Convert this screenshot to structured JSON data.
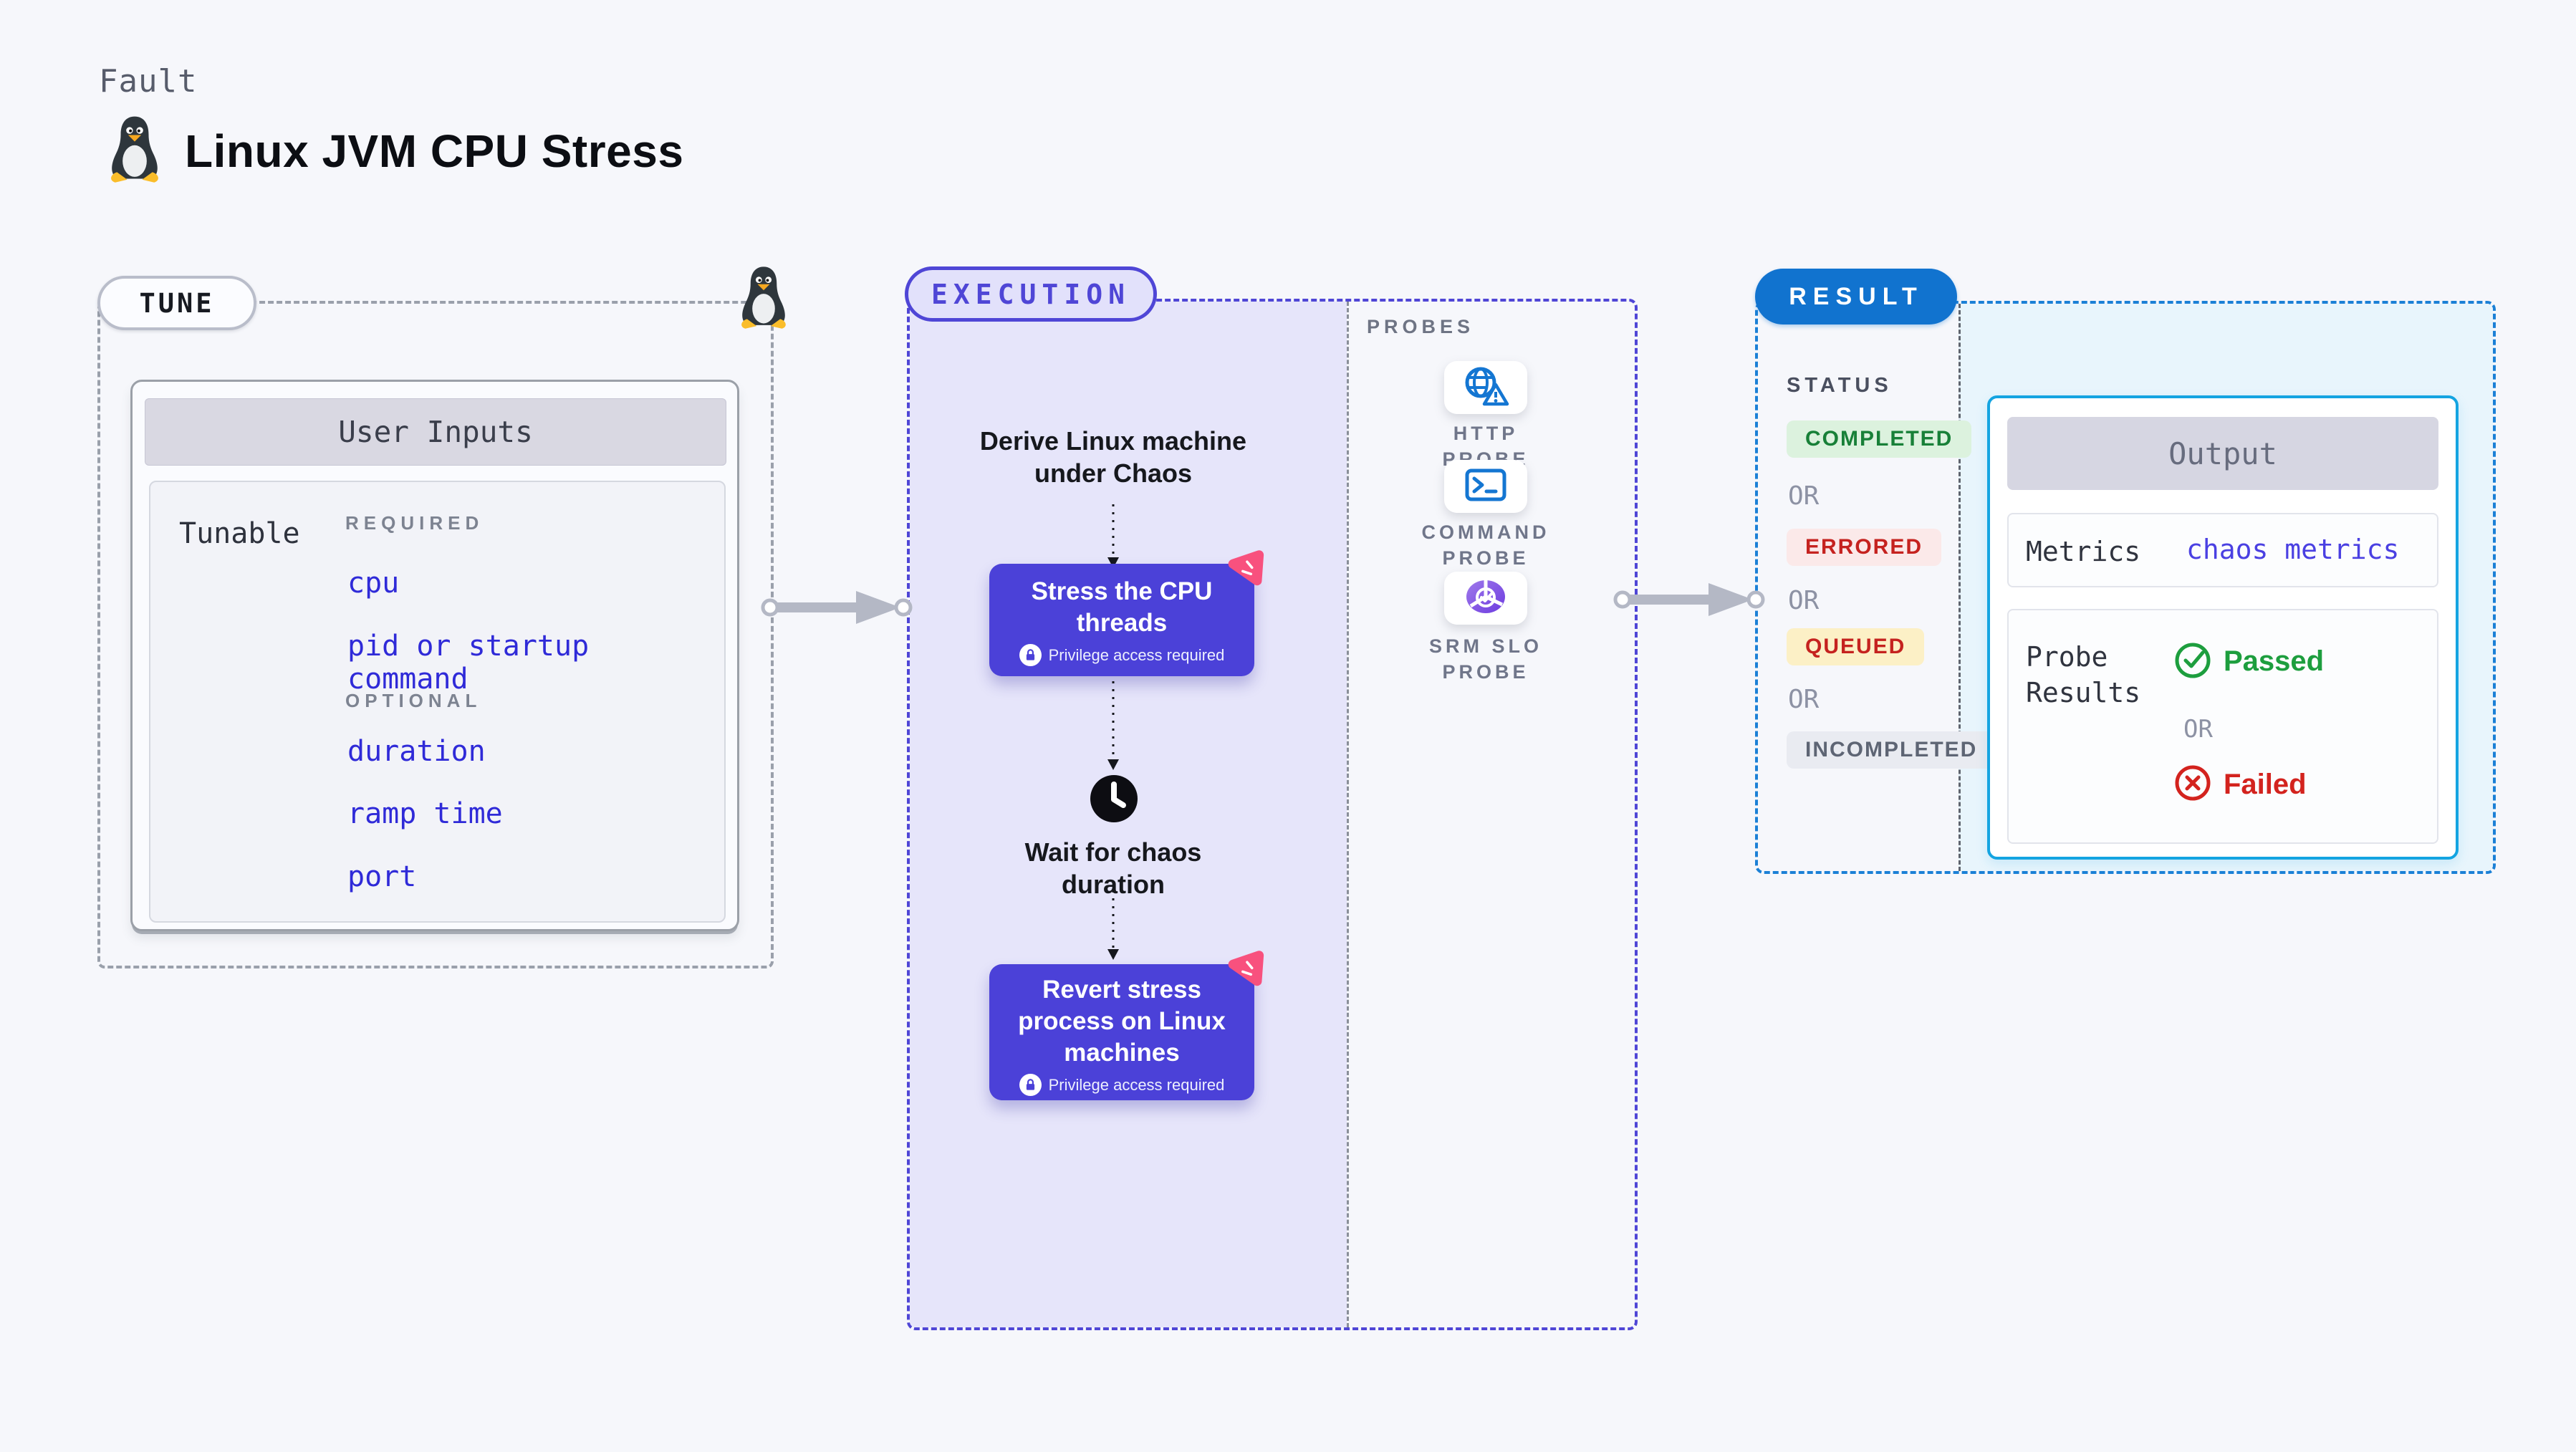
{
  "header": {
    "kicker": "Fault",
    "title": "Linux JVM CPU Stress"
  },
  "tune": {
    "badge": "TUNE",
    "panel_title": "User Inputs",
    "row_label": "Tunable",
    "required_label": "REQUIRED",
    "required_items": [
      "cpu",
      "pid or startup command"
    ],
    "optional_label": "OPTIONAL",
    "optional_items": [
      "duration",
      "ramp time",
      "port"
    ]
  },
  "execution": {
    "badge": "EXECUTION",
    "derive_text": "Derive Linux machine under Chaos",
    "stress_title": "Stress the CPU threads",
    "privilege_note": "Privilege access required",
    "wait_text": "Wait for chaos duration",
    "revert_title": "Revert stress process on Linux machines"
  },
  "probes": {
    "label": "PROBES",
    "items": [
      {
        "icon": "globe-warning-icon",
        "label": "HTTP PROBE"
      },
      {
        "icon": "terminal-icon",
        "label": "COMMAND PROBE"
      },
      {
        "icon": "slo-pie-check-icon",
        "label": "SRM SLO PROBE"
      }
    ]
  },
  "result": {
    "badge": "RESULT",
    "status_label": "STATUS",
    "or_label": "OR",
    "statuses": [
      {
        "label": "COMPLETED",
        "fg": "#188038",
        "bg": "#DCF2DE"
      },
      {
        "label": "ERRORED",
        "fg": "#C5221F",
        "bg": "#FBE9E9"
      },
      {
        "label": "QUEUED",
        "fg": "#C5221F",
        "bg": "#FCF0C6"
      },
      {
        "label": "INCOMPLETED",
        "fg": "#5E6574",
        "bg": "#E9EBF1"
      }
    ],
    "output": {
      "title": "Output",
      "metrics_label": "Metrics",
      "metrics_value": "chaos metrics",
      "probe_results_label": "Probe Results",
      "passed_label": "Passed",
      "failed_label": "Failed"
    }
  },
  "colors": {
    "page_bg": "#F6F7FB",
    "accent_indigo": "#4F46D6",
    "execution_fill": "#E6E5FA",
    "node_purple": "#4B41D8",
    "pink_badge": "#F8517E",
    "link_blue": "#2F2AD8",
    "metrics_link": "#4A40E2",
    "result_blue_pill": "#1173CF",
    "result_dash": "#1B80D6",
    "result_fill": "#E8F5FC",
    "output_border": "#14A4E1",
    "probe_icon_blue": "#1476D2",
    "srm_purple": "#7C4DE4",
    "green": "#188038",
    "passed_green": "#1D9E3E",
    "red": "#C5221F",
    "failed_red": "#D3231E",
    "gray_dash": "#9AA0AB",
    "arrow_gray": "#B4B8C5"
  }
}
